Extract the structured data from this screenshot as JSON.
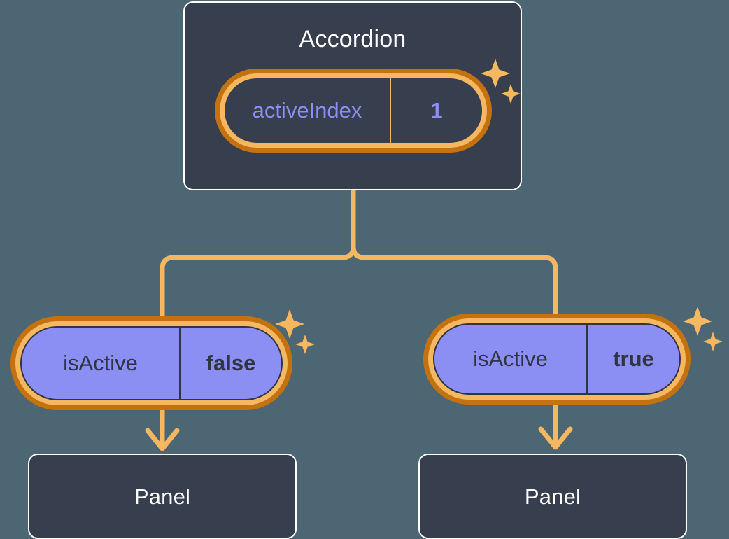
{
  "diagram": {
    "type": "component-state-tree",
    "background_color": "#4c6673",
    "accent_color": "#f5b75f",
    "ring_outer_color": "#c4720f",
    "card_color": "#373e4e",
    "prop_pill_color": "#8b8ef2",
    "text_dark_color": "#2f3545",
    "state_text_color": "#8b8ef2"
  },
  "root": {
    "title": "Accordion",
    "state": {
      "key": "activeIndex",
      "value": "1"
    }
  },
  "branches": [
    {
      "prop": {
        "key": "isActive",
        "value": "false"
      },
      "child": {
        "title": "Panel"
      }
    },
    {
      "prop": {
        "key": "isActive",
        "value": "true"
      },
      "child": {
        "title": "Panel"
      }
    }
  ],
  "decorations": {
    "sparkle_label": "sparkle"
  }
}
